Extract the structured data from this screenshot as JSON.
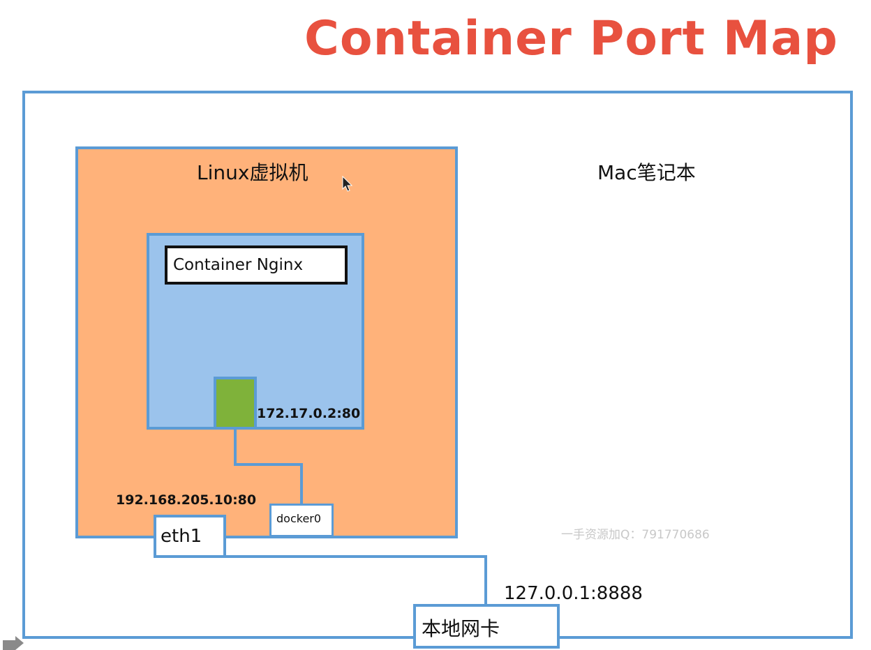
{
  "title": "Container Port Map",
  "colors": {
    "title": "#e8513f",
    "border": "#5b9bd5",
    "linux_fill": "#ffb27a",
    "container_fill": "#9bc3ec",
    "port_fill": "#7fb23a"
  },
  "mac": {
    "label": "Mac笔记本"
  },
  "linux": {
    "label": "Linux虚拟机"
  },
  "container": {
    "name": "Container Nginx",
    "ip_port": "172.17.0.2:80"
  },
  "docker0": {
    "label": "docker0"
  },
  "eth1": {
    "label": "eth1",
    "ip_port": "192.168.205.10:80"
  },
  "local_nic": {
    "label": "本地网卡",
    "ip_port": "127.0.0.1:8888"
  },
  "watermark": "一手资源加Q：791770686",
  "icons": {
    "cursor": "mouse-cursor-icon",
    "corner": "play-arrow-icon"
  }
}
